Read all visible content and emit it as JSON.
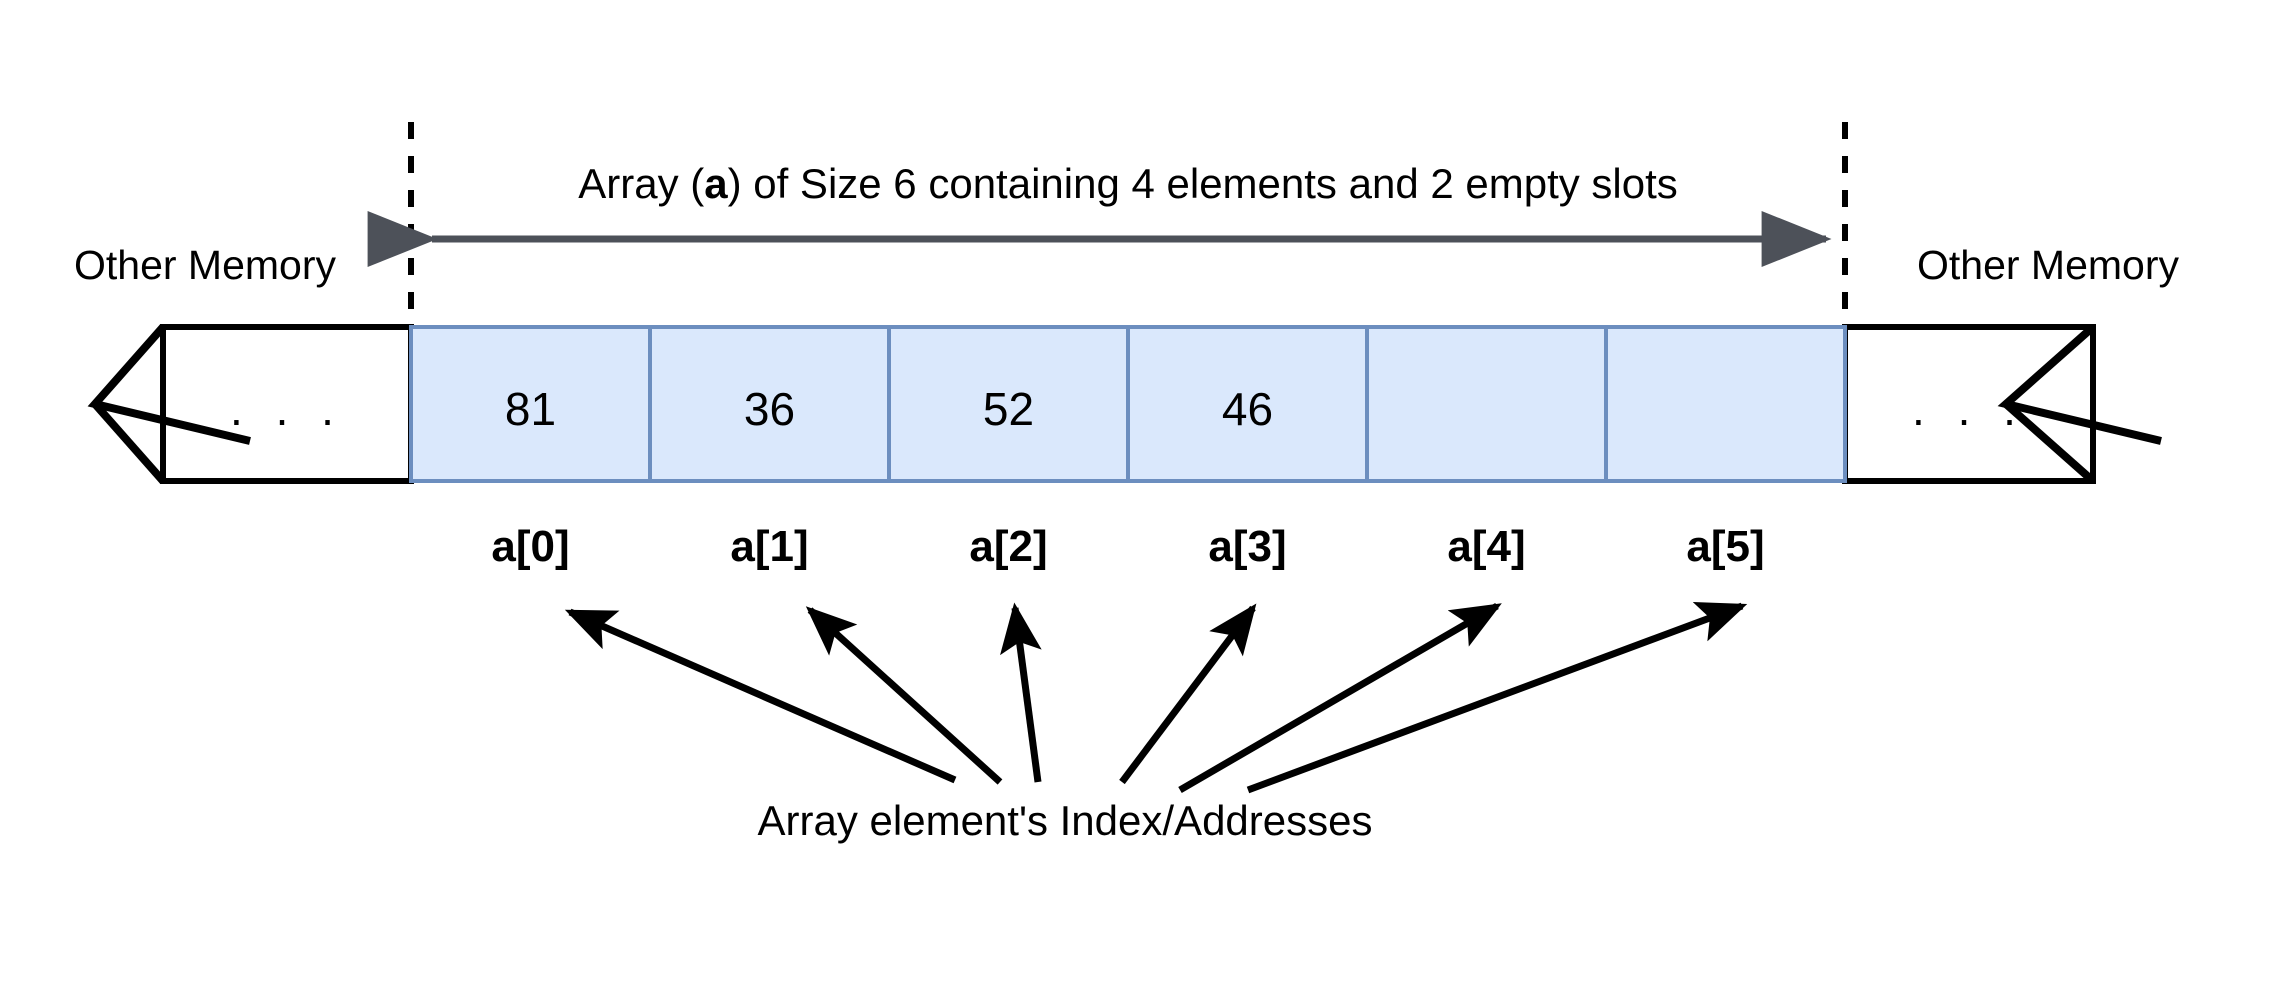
{
  "diagram": {
    "title_prefix": "Array (",
    "title_var": "a",
    "title_suffix": ") of Size 6 containing 4 elements and 2 empty slots",
    "title_full": "Array (a) of Size 6 containing 4 elements and 2 empty slots",
    "caption": "Array element's Index/Addresses",
    "memory_left_label": "Other Memory",
    "memory_right_label": "Other Memory",
    "memory_left_contents": ". . .",
    "memory_right_contents": ". . ."
  },
  "array": {
    "name": "a",
    "size": 6,
    "filled_count": 4,
    "empty_count": 2,
    "cells": [
      {
        "index_label": "a[0]",
        "value": "81",
        "empty": false
      },
      {
        "index_label": "a[1]",
        "value": "36",
        "empty": false
      },
      {
        "index_label": "a[2]",
        "value": "52",
        "empty": false
      },
      {
        "index_label": "a[3]",
        "value": "46",
        "empty": false
      },
      {
        "index_label": "a[4]",
        "value": "",
        "empty": true
      },
      {
        "index_label": "a[5]",
        "value": "",
        "empty": true
      }
    ]
  },
  "colors": {
    "cell_fill": "#dae8fc",
    "cell_stroke": "#6c8ebf",
    "span_arrow": "#4d5159",
    "outline": "#000000",
    "background": "#ffffff"
  },
  "annotations": {
    "span_arrow_name": "array-extent-double-arrow",
    "boundary_left_name": "array-start-boundary",
    "boundary_right_name": "array-end-boundary",
    "pointer_count": 6
  }
}
